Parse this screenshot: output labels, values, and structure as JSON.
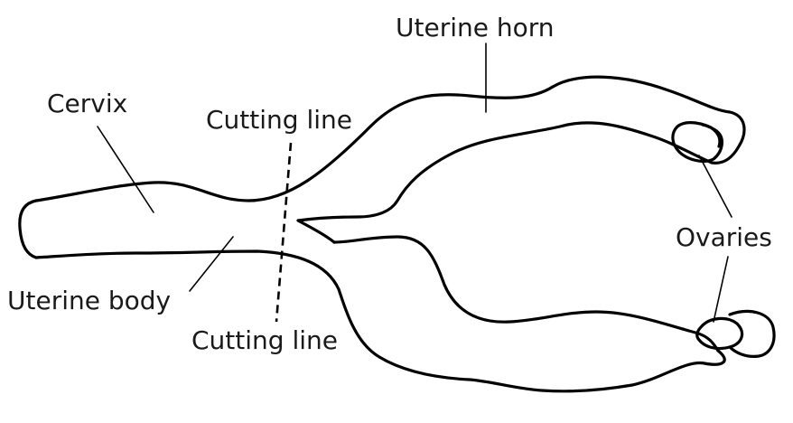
{
  "labels": {
    "uterine_horn": "Uterine horn",
    "cervix": "Cervix",
    "cutting_line_top": "Cutting line",
    "cutting_line_bottom": "Cutting line",
    "ovaries": "Ovaries",
    "uterine_body": "Uterine body"
  },
  "colors": {
    "stroke": "#000000",
    "text": "#1a1a1a",
    "background": "#ffffff"
  }
}
